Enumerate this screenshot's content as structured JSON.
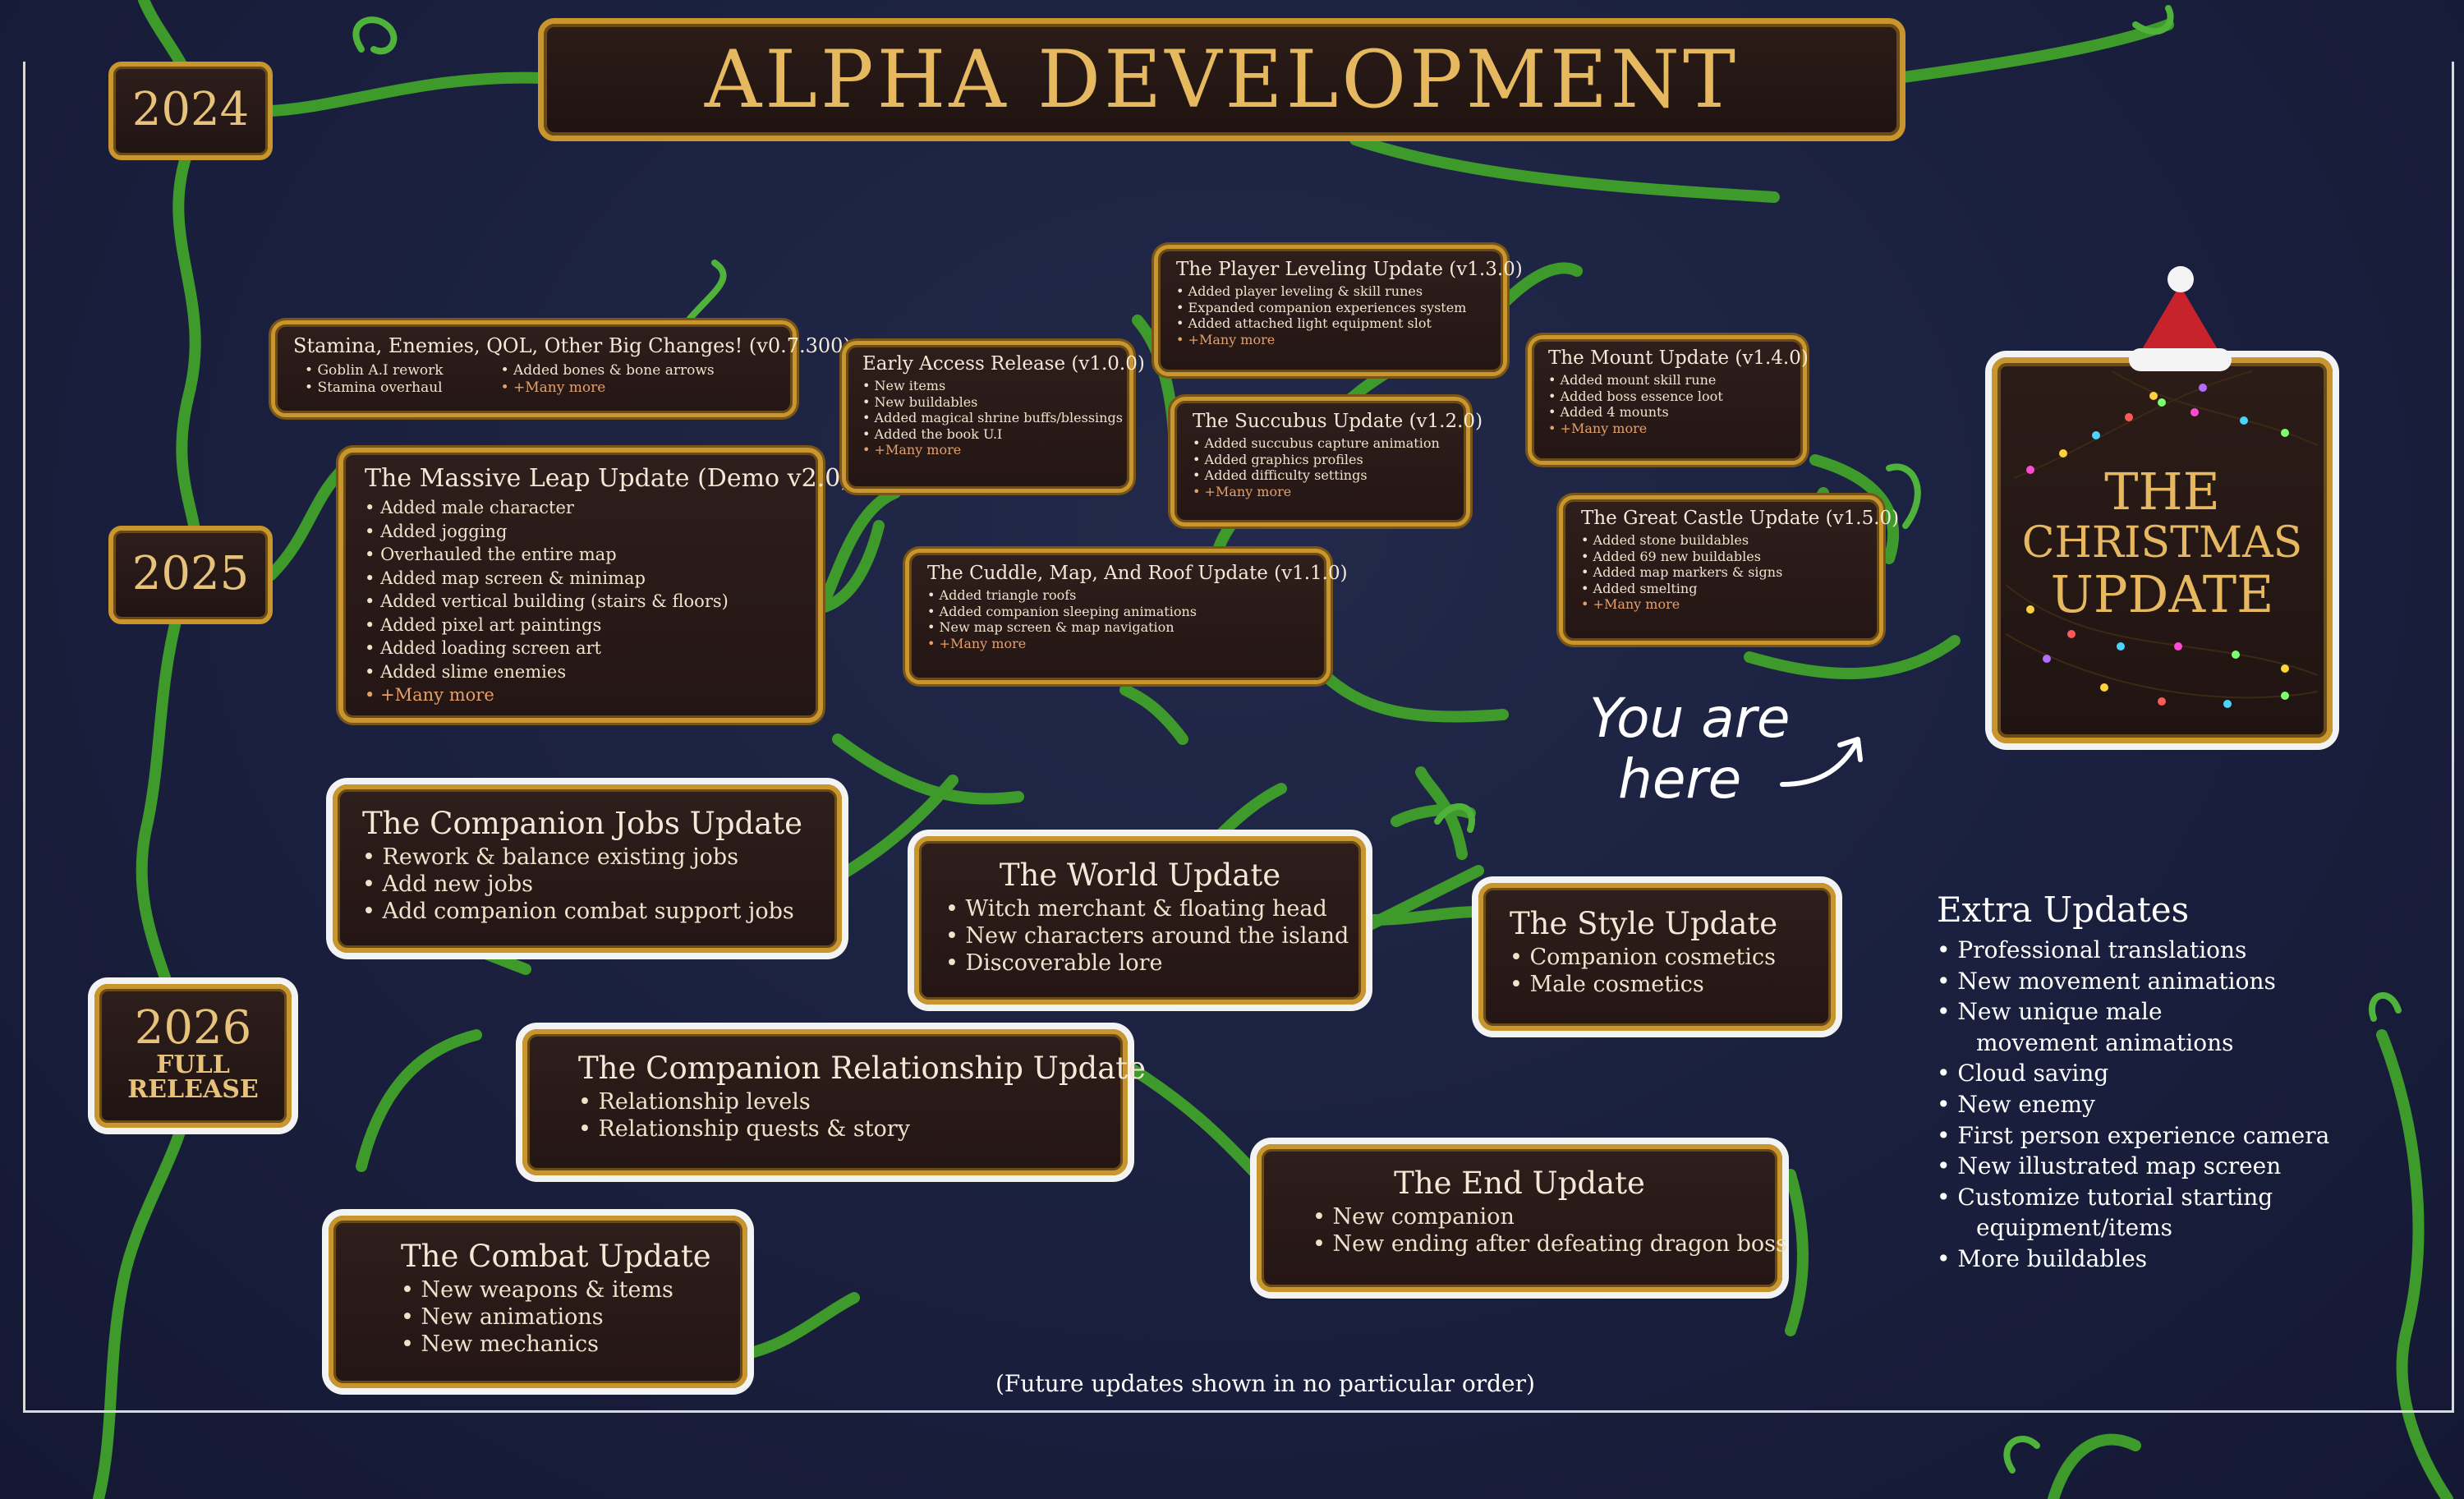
{
  "header": {
    "title": "ALPHA DEVELOPMENT"
  },
  "years": {
    "y2024": "2024",
    "y2025": "2025",
    "y2026": "2026",
    "y2026_sub1": "FULL",
    "y2026_sub2": "RELEASE"
  },
  "alpha_updates": [
    {
      "title": "Stamina, Enemies, QOL, Other Big Changes! (v0.7.300)",
      "col1": [
        "Goblin A.I rework",
        "Stamina overhaul"
      ],
      "col2": [
        "Added bones & bone arrows"
      ],
      "more": "+Many more"
    },
    {
      "title": "The Massive Leap Update (Demo v2.0)",
      "items": [
        "Added male character",
        "Added jogging",
        "Overhauled the entire map",
        "Added map screen & minimap",
        "Added vertical building (stairs & floors)",
        "Added pixel art paintings",
        "Added loading screen art",
        "Added slime enemies"
      ],
      "more": "+Many more"
    },
    {
      "title": "Early Access Release (v1.0.0)",
      "items": [
        "New items",
        "New buildables",
        "Added magical shrine buffs/blessings",
        "Added the book U.I"
      ],
      "more": "+Many more"
    },
    {
      "title": "The Cuddle, Map, And Roof Update (v1.1.0)",
      "items": [
        "Added triangle roofs",
        "Added companion sleeping animations",
        "New map screen & map navigation"
      ],
      "more": "+Many more"
    },
    {
      "title": "The Player Leveling Update (v1.3.0)",
      "items": [
        "Added player leveling & skill runes",
        "Expanded companion experiences system",
        "Added attached light equipment slot"
      ],
      "more": "+Many more"
    },
    {
      "title": "The Succubus Update (v1.2.0)",
      "items": [
        "Added succubus capture animation",
        "Added graphics profiles",
        "Added difficulty settings"
      ],
      "more": "+Many more"
    },
    {
      "title": "The Mount Update (v1.4.0)",
      "items": [
        "Added mount skill rune",
        "Added boss essence loot",
        "Added 4 mounts"
      ],
      "more": "+Many more"
    },
    {
      "title": "The Great Castle Update (v1.5.0)",
      "items": [
        "Added stone buildables",
        "Added 69 new buildables",
        "Added map markers & signs",
        "Added smelting"
      ],
      "more": "+Many more"
    }
  ],
  "christmas": {
    "line1": "THE",
    "line2": "CHRISTMAS",
    "line3": "UPDATE"
  },
  "you_are_here": {
    "line1": "You are",
    "line2": "here"
  },
  "future_updates": [
    {
      "title": "The Companion Jobs Update",
      "items": [
        "Rework & balance existing jobs",
        "Add new jobs",
        "Add companion combat support jobs"
      ]
    },
    {
      "title": "The World Update",
      "items": [
        "Witch merchant & floating head",
        "New characters around the island",
        "Discoverable lore"
      ]
    },
    {
      "title": "The Style Update",
      "items": [
        "Companion cosmetics",
        "Male cosmetics"
      ]
    },
    {
      "title": "The Companion Relationship Update",
      "items": [
        "Relationship levels",
        "Relationship quests & story"
      ]
    },
    {
      "title": "The End Update",
      "items": [
        "New companion",
        "New ending after defeating dragon boss"
      ]
    },
    {
      "title": "The Combat Update",
      "items": [
        "New weapons & items",
        "New animations",
        "New mechanics"
      ]
    }
  ],
  "extra_updates": {
    "title": "Extra Updates",
    "items": [
      "Professional translations",
      "New movement animations",
      "New unique male",
      "movement animations",
      "Cloud saving",
      "New enemy",
      "First person experience camera",
      "New illustrated map screen",
      "Customize tutorial starting",
      "equipment/items",
      "More buildables"
    ]
  },
  "footnote": "(Future updates shown in no particular order)",
  "colors": {
    "gold": "#c9962e",
    "panel": "#2a1b19",
    "vine": "#3f9a2c",
    "background": "#1b2140",
    "more_text": "#e3a06a"
  }
}
